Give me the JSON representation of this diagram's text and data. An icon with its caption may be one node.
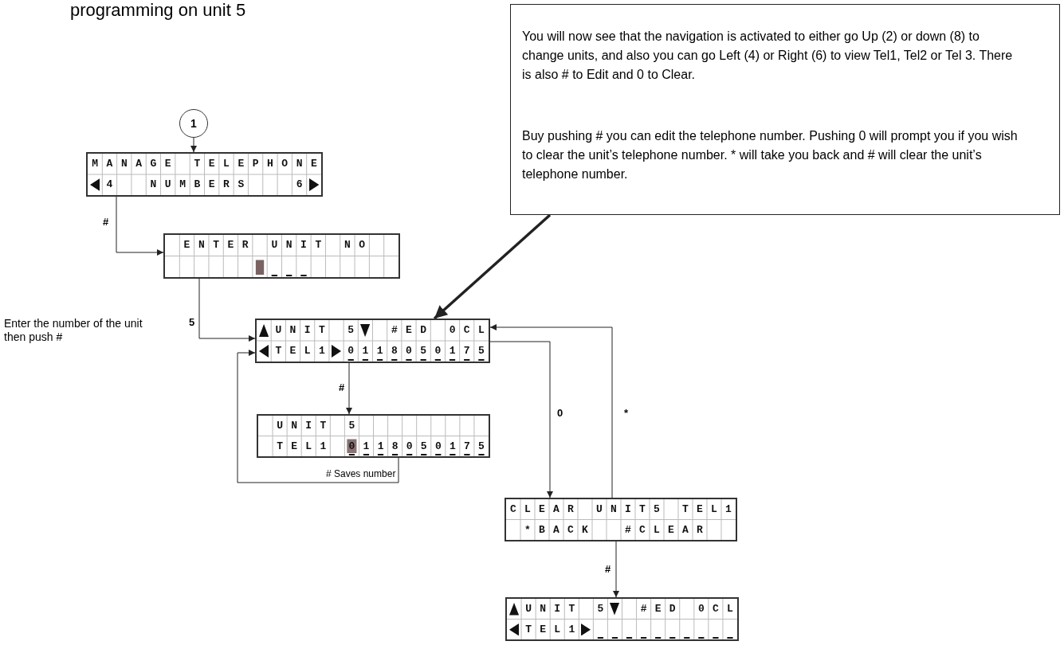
{
  "diagram": {
    "nodes": [
      {
        "text": [
          "1"
        ]
      },
      {
        "text": [
          "MANAGE TELEPHONE",
          "4 NUMBERS 6"
        ]
      },
      {
        "text": [
          "ENTER UNIT NO"
        ]
      },
      {
        "text": [
          "UNIT 5 #ED 0CL",
          "TEL1 0118050175"
        ]
      },
      {
        "text": [
          "UNIT 5",
          "TEL1 0118050175"
        ]
      },
      {
        "text": [
          "CLEAR UNIT5 TEL1",
          "*BACK #CLEAR"
        ]
      },
      {
        "text": [
          "UNIT 5 #ED 0CL",
          "TEL1"
        ]
      },
      {
        "text": [
          "You will now see that the navigation is activated to either go Up (2) or down (8) to change units, and also you can go Left (4) or Right (6) to view Tel1, Tel2 or Tel 3.  There is also # to Edit and 0 to Clear.",
          "Buy pushing # you can edit the telephone number.  Pushing 0 will prompt you if you wish to clear the unit’s telephone number.  * will take you back and # will clear the unit’s telephone number."
        ]
      }
    ],
    "edges": [
      {
        "from": 0,
        "to": 1,
        "arrow": "to"
      },
      {
        "from": 1,
        "to": 2,
        "arrow": "to",
        "label": "#"
      },
      {
        "from": 2,
        "to": 3,
        "arrow": "to",
        "label": "5"
      },
      {
        "from": 3,
        "to": 4,
        "arrow": "to",
        "label": "#"
      },
      {
        "from": 4,
        "to": 3,
        "arrow": "to",
        "label": "# Saves number"
      },
      {
        "from": 3,
        "to": 5,
        "arrow": "to",
        "label": "0"
      },
      {
        "from": 5,
        "to": 3,
        "arrow": "to",
        "label": "*"
      },
      {
        "from": 5,
        "to": 6,
        "arrow": "to",
        "label": "#"
      },
      {
        "from": 7,
        "to": 3,
        "arrow": "to",
        "style": "thick"
      }
    ],
    "labels": [
      "programming on unit 5",
      "Enter the number of the unit then push #"
    ]
  }
}
